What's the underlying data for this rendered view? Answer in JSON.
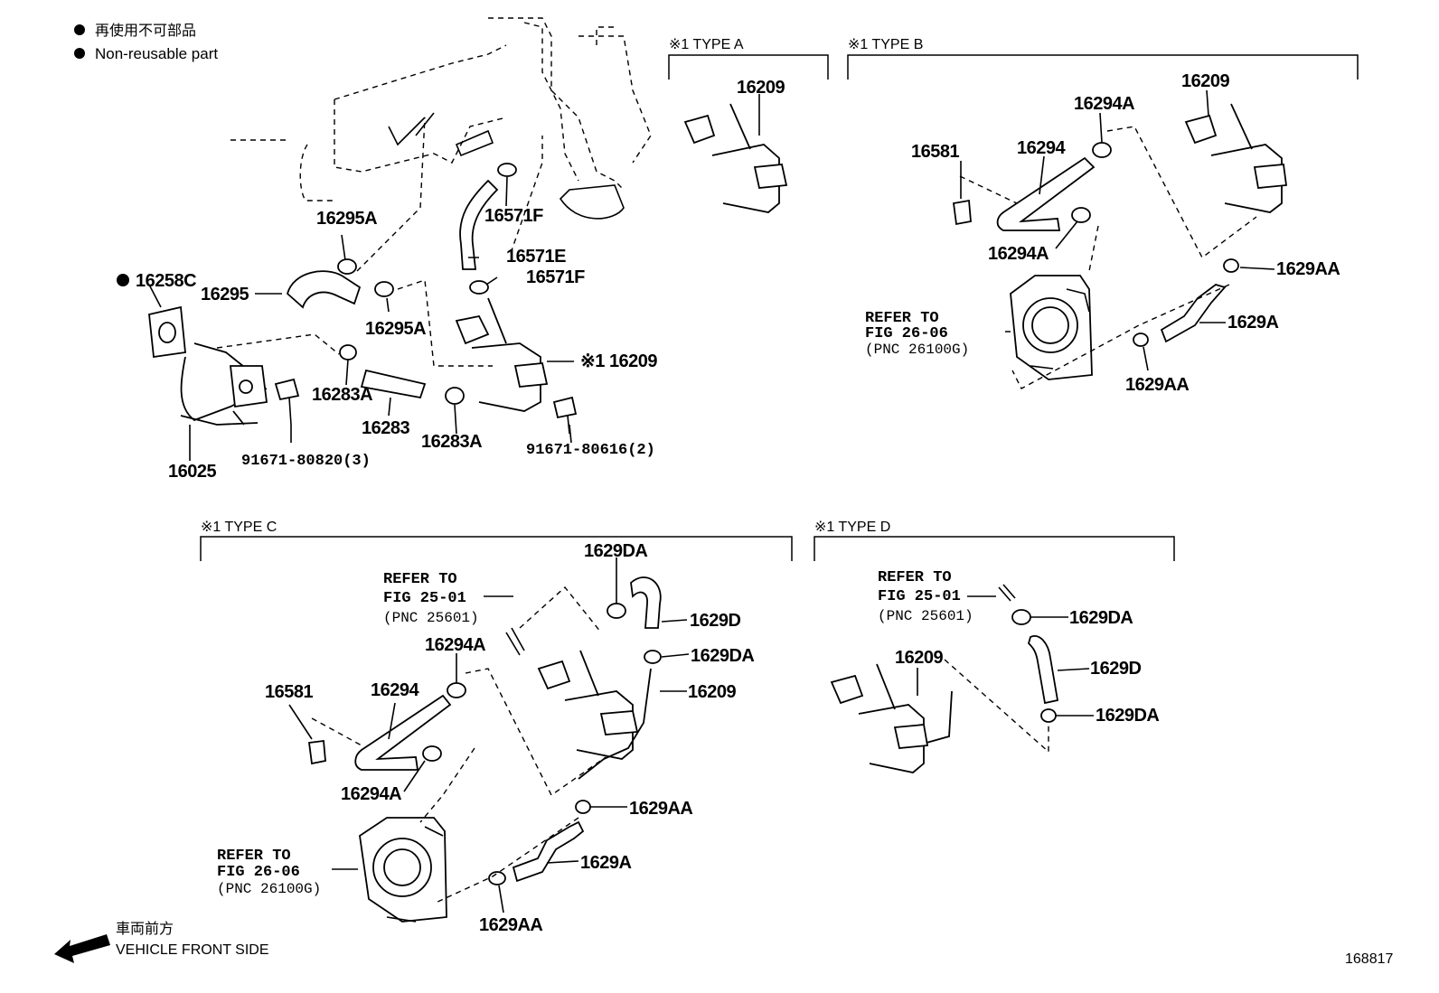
{
  "legend": {
    "jp": "再使用不可部品",
    "en": "Non-reusable part"
  },
  "direction": {
    "jp": "車両前方",
    "en": "VEHICLE FRONT SIDE"
  },
  "figure_number": "168817",
  "main": {
    "p16295A_top": "16295A",
    "p16258C": "16258C",
    "p16295": "16295",
    "p16295A_bot": "16295A",
    "p16571F_top": "16571F",
    "p16571E": "16571E",
    "p16571F_bot": "16571F",
    "p16209_ref": "※1 16209",
    "p16283A_left": "16283A",
    "p16283": "16283",
    "p16283A_bot": "16283A",
    "p16025": "16025",
    "p91671_80820": "91671-80820(3)",
    "p91671_80616": "91671-80616(2)"
  },
  "type_a": {
    "title": "※1 TYPE A",
    "p16209": "16209"
  },
  "type_b": {
    "title": "※1 TYPE B",
    "p16294A_top": "16294A",
    "p16209": "16209",
    "p16581": "16581",
    "p16294": "16294",
    "p16294A_bot": "16294A",
    "p1629AA_top": "1629AA",
    "p1629A": "1629A",
    "p1629AA_bot": "1629AA",
    "refer_1": "REFER TO",
    "refer_2": "FIG 26-06",
    "refer_3": "(PNC 26100G)"
  },
  "type_c": {
    "title": "※1 TYPE C",
    "refer25_1": "REFER TO",
    "refer25_2": "FIG 25-01",
    "refer25_3": "(PNC 25601)",
    "p1629DA_top": "1629DA",
    "p1629D": "1629D",
    "p1629DA_mid": "1629DA",
    "p16294A_top": "16294A",
    "p16209": "16209",
    "p16581": "16581",
    "p16294": "16294",
    "p16294A_bot": "16294A",
    "p1629AA_top": "1629AA",
    "p1629A": "1629A",
    "p1629AA_bot": "1629AA",
    "refer26_1": "REFER TO",
    "refer26_2": "FIG 26-06",
    "refer26_3": "(PNC 26100G)"
  },
  "type_d": {
    "title": "※1 TYPE D",
    "refer_1": "REFER TO",
    "refer_2": "FIG 25-01",
    "refer_3": "(PNC 25601)",
    "p1629DA_top": "1629DA",
    "p16209": "16209",
    "p1629D": "1629D",
    "p1629DA_bot": "1629DA"
  }
}
